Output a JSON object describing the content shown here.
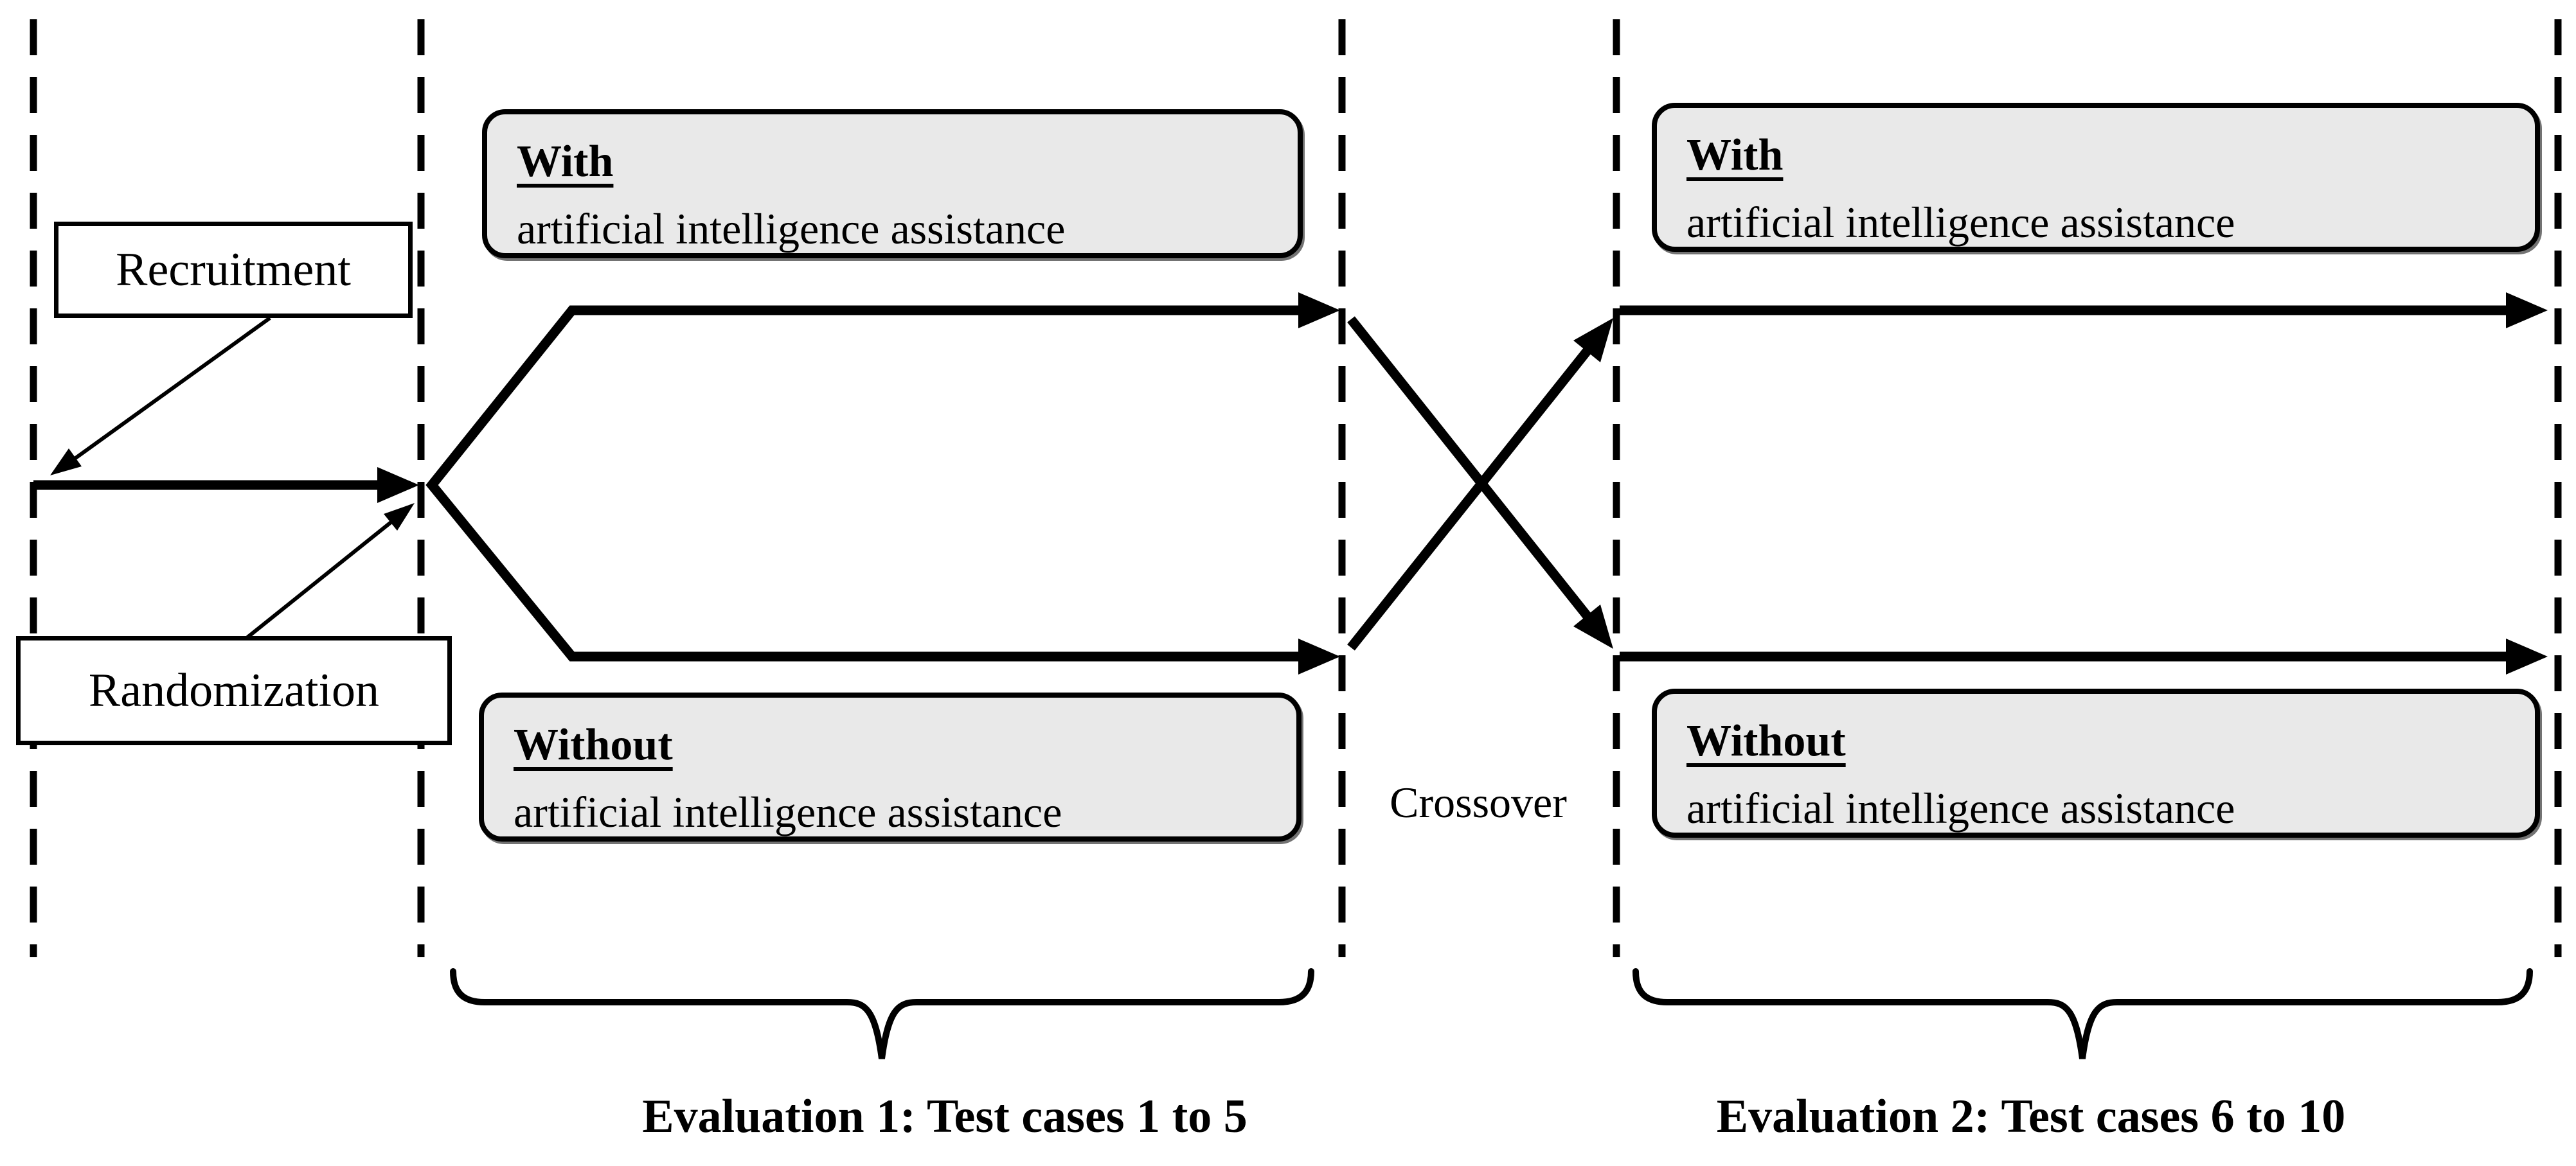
{
  "stage_boxes": {
    "recruitment": "Recruitment",
    "randomization": "Randomization"
  },
  "arms": {
    "with": {
      "title": "With",
      "subtitle": "artificial intelligence assistance"
    },
    "without": {
      "title": "Without",
      "subtitle": "artificial intelligence assistance"
    }
  },
  "crossover_label": "Crossover",
  "phases": {
    "evaluation1": "Evaluation 1: Test cases 1 to 5",
    "evaluation2": "Evaluation 2: Test cases 6 to 10"
  },
  "colors": {
    "background": "#ffffff",
    "line": "#000000",
    "arm_box_fill": "#e9e9e9",
    "arm_box_border": "#000000",
    "stage_box_fill": "#ffffff"
  }
}
